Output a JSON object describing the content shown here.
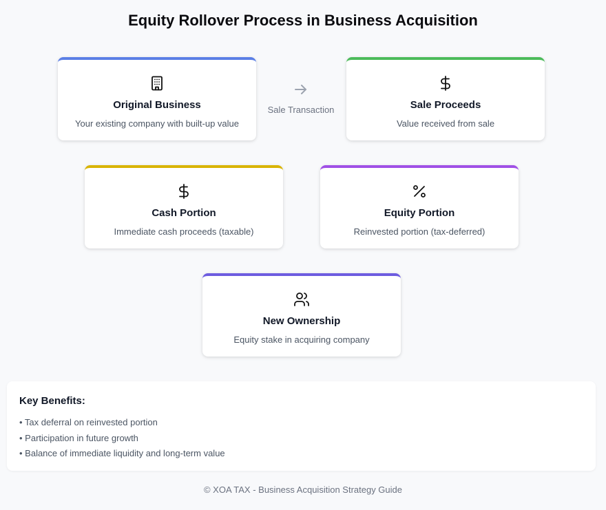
{
  "title": "Equity Rollover Process in Business Acquisition",
  "cards": {
    "original": {
      "icon": "building-icon",
      "title": "Original Business",
      "desc": "Your existing company with built-up value",
      "accent": "#5b7fe6"
    },
    "proceeds": {
      "icon": "dollar-icon",
      "title": "Sale Proceeds",
      "desc": "Value received from sale",
      "accent": "#4cbb5a"
    },
    "cash": {
      "icon": "dollar-icon",
      "title": "Cash Portion",
      "desc": "Immediate cash proceeds (taxable)",
      "accent": "#d9b400"
    },
    "equity": {
      "icon": "percent-icon",
      "title": "Equity Portion",
      "desc": "Reinvested portion (tax-deferred)",
      "accent": "#a050e6"
    },
    "ownership": {
      "icon": "users-icon",
      "title": "New Ownership",
      "desc": "Equity stake in acquiring company",
      "accent": "#6d5ce0"
    }
  },
  "arrow": {
    "icon": "arrow-right-icon",
    "label": "Sale Transaction"
  },
  "benefits": {
    "title": "Key Benefits:",
    "items": [
      "• Tax deferral on reinvested portion",
      "• Participation in future growth",
      "• Balance of immediate liquidity and long-term value"
    ]
  },
  "footer": "© XOA TAX - Business Acquisition Strategy Guide"
}
